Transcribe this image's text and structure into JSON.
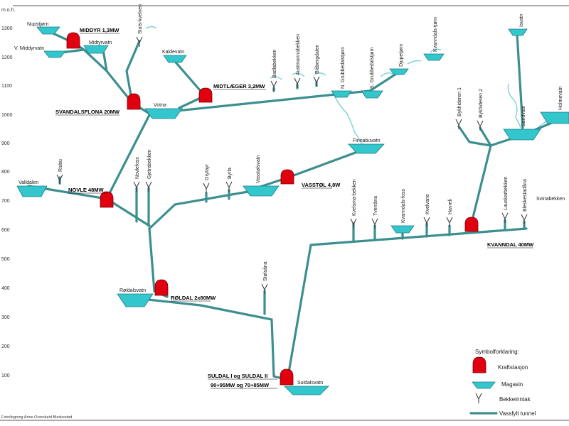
{
  "axis": {
    "unit": "m.o.h.",
    "ticks": [
      "1300",
      "1200",
      "1100",
      "1000",
      "900",
      "800",
      "700",
      "600",
      "500",
      "400",
      "300",
      "200",
      "100"
    ]
  },
  "reservoirs": {
    "nupstjorn": "Nupstjørn",
    "midtyrvatn": "Midtyrvatn",
    "v_middyrvatn": "V. Middyrvatn",
    "kaldevatn": "Kaldevatn",
    "votna": "Votna",
    "vassdalsvatn": "Vasstølsvatn",
    "finnabuvatn": "Finnabuvatn",
    "valldalen": "Valldalen",
    "roldalsvatn": "Røldalsvatn",
    "suldalsvatn": "Suldalsvatn",
    "isvatn": "Isvatn",
    "sandvatn": "Sandvatn",
    "holmevatn": "Holmevatn",
    "djupetjorn": "Djupetjørn",
    "kvanndalstjorn": "Kvanndals-tjørn",
    "n_grubbedalstjorn": "N. Grubbedalstjørn",
    "s_grubbedalstjorn": "S. Grubbedalstjørn",
    "kvanndalsfoss": "Kvanndals-foss"
  },
  "stations": {
    "middyr": "MIDDYR 1,3MW",
    "midtlaeger": "MIDTLÆGER 3,2MW",
    "svandalsflona": "SVANDALSFLONA 20MW",
    "novle": "NOVLE 48MW",
    "vasstol": "VASSTØL 4,8W",
    "roldal": "RØLDAL 2x80MW",
    "kvanndal": "KVANNDAL 40MW",
    "suldal_1": "SULDAL I og SULDAL II",
    "suldal_2": "90+95MW og 70+85MW"
  },
  "intakes": {
    "stuts_kvelven": "Stuts-kvelven",
    "badlabekken": "Badlabekken",
    "austmannabekken": "Austmannabekken",
    "blaabergdalen": "Blåbergdalen",
    "risbu": "Risbu",
    "novlefoss": "Novlefoss",
    "gjetrabekken": "Gjetrabekken",
    "grytayr": "Grytayr",
    "byrla": "Byrla",
    "kvelsmabekken": "Kvelsma-bekken",
    "tverrana": "Tverråna",
    "kvelvane": "Kvelvane",
    "havreli": "Havreli",
    "lauskarbekken": "Lauskarbekken",
    "skreddalsbekken": "Bleskestadåna",
    "svinabekken": "Svinabekken",
    "storlsana": "Stølsåna",
    "bykhideren_1": "Bykhideren 1",
    "bykhideren_2": "Bykhideren 2"
  },
  "legend": {
    "title": "Symbolforklaring:",
    "power_station": "Kraftstasjon",
    "reservoir": "Magasin",
    "intake": "Bekkeinntak",
    "tunnel": "Vassfylt tunnel"
  },
  "footer": "Foto/tegning Anne Overskeid Bleskestad",
  "colors": {
    "reservoir": "#33c6cc",
    "tunnel": "#3d8f8f",
    "station": "#e00010",
    "stream": "#7fd0d6"
  }
}
